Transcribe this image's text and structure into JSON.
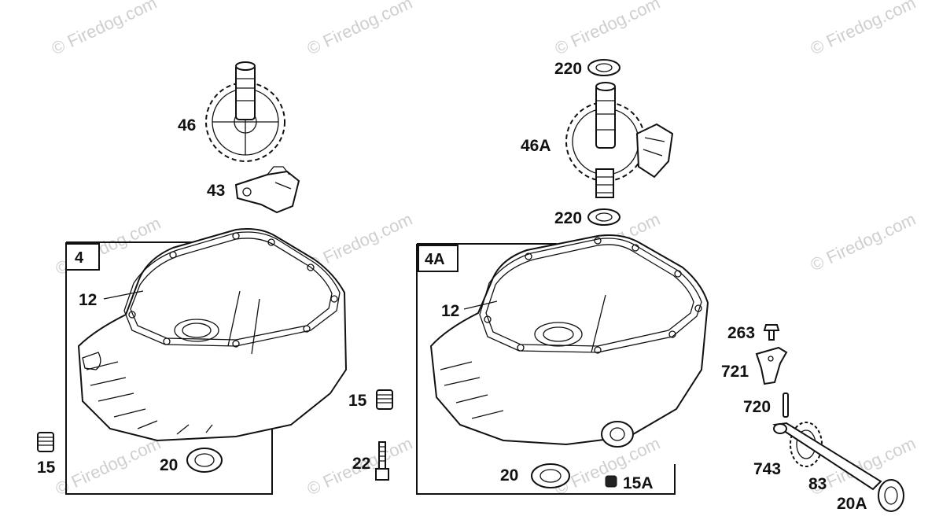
{
  "watermark": "© Firedog.com",
  "labels": {
    "l4": "4",
    "l4a": "4A",
    "l12a": "12",
    "l12b": "12",
    "l15a": "15",
    "l15b": "15",
    "l15A": "15A",
    "l20a": "20",
    "l20b": "20",
    "l20A": "20A",
    "l22": "22",
    "l43": "43",
    "l46": "46",
    "l46A": "46A",
    "l220a": "220",
    "l220b": "220",
    "l263": "263",
    "l721": "721",
    "l720": "720",
    "l743": "743",
    "l83": "83"
  }
}
